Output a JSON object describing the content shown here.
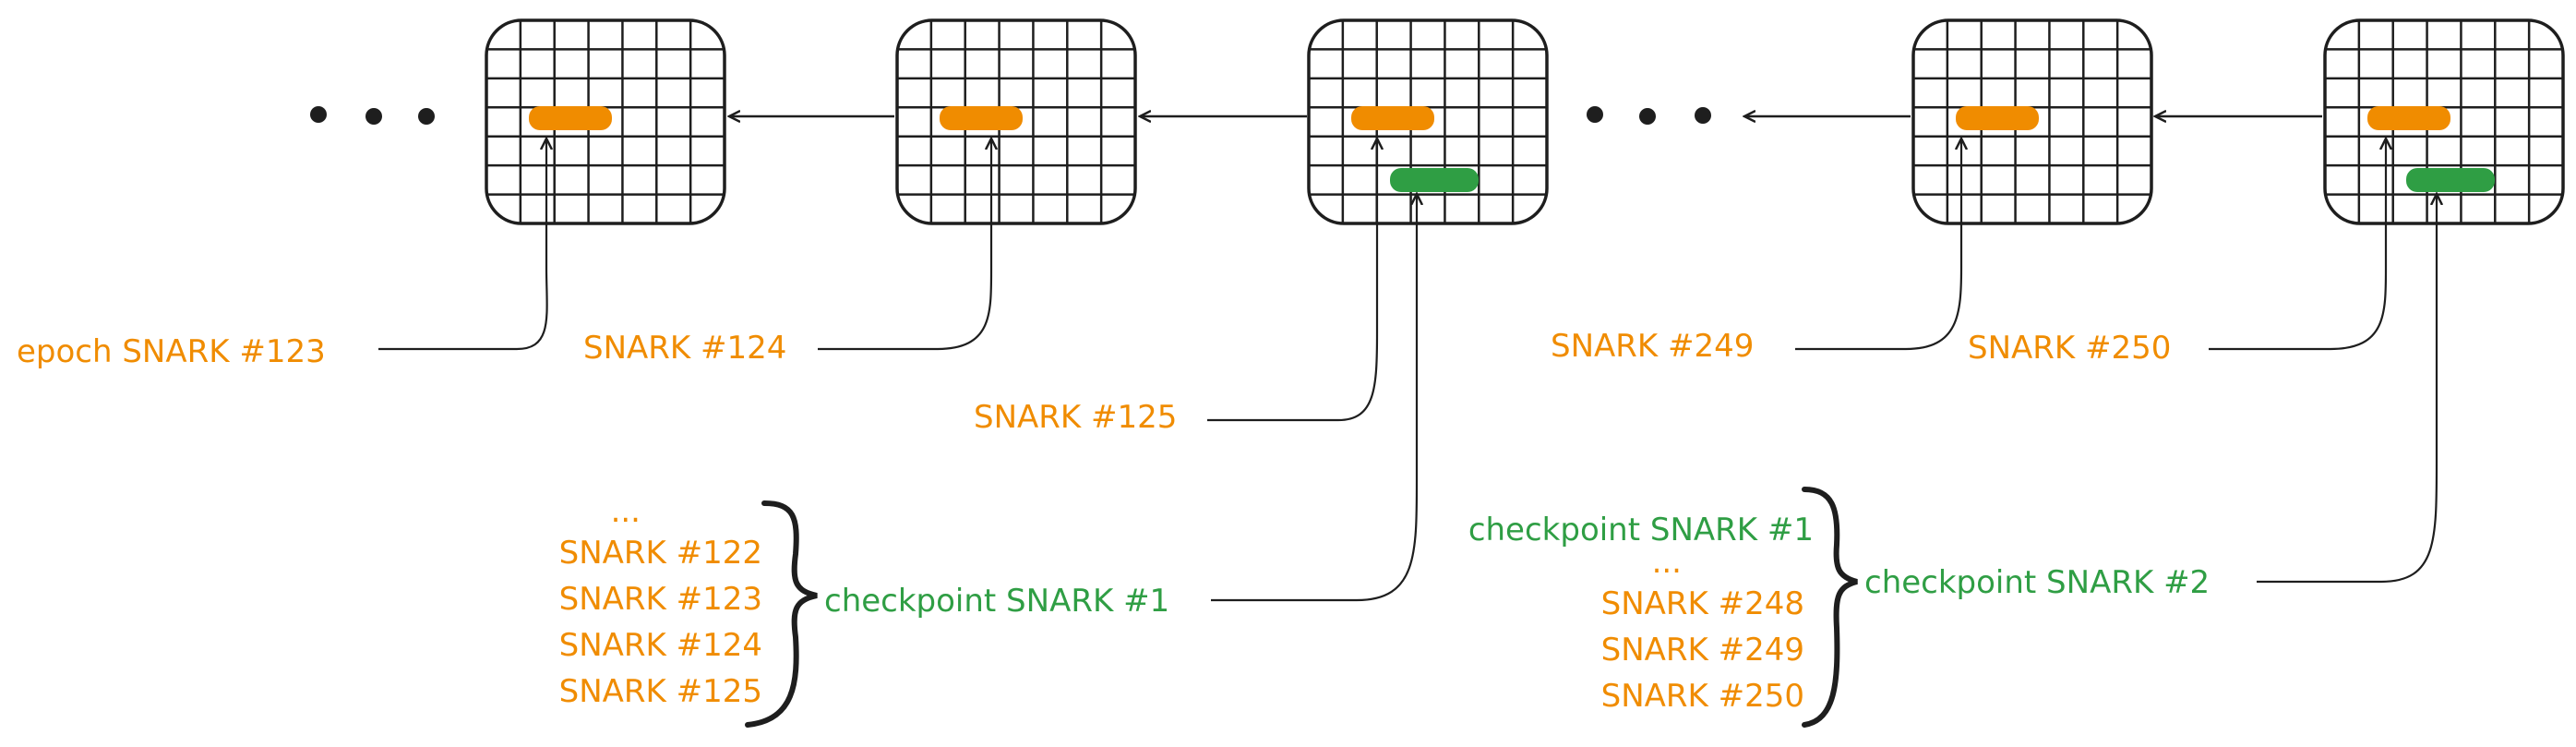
{
  "colors": {
    "orange": "#f08c00",
    "green": "#2f9e44",
    "ink": "#1e1e1e"
  },
  "ellipsis": "...",
  "blocks": [
    {
      "id": "b1",
      "checkpoint": false
    },
    {
      "id": "b2",
      "checkpoint": false
    },
    {
      "id": "b3",
      "checkpoint": true
    },
    {
      "id": "b4",
      "checkpoint": false
    },
    {
      "id": "b5",
      "checkpoint": true
    }
  ],
  "labels": {
    "epoch_123": "epoch SNARK #123",
    "snark_124": "SNARK #124",
    "snark_125": "SNARK #125",
    "snark_249": "SNARK #249",
    "snark_250": "SNARK #250"
  },
  "checkpoint_1": {
    "label": "checkpoint SNARK #1",
    "covers": [
      "...",
      "SNARK #122",
      "SNARK #123",
      "SNARK #124",
      "SNARK #125"
    ]
  },
  "checkpoint_2": {
    "label": "checkpoint SNARK #2",
    "covers": [
      "checkpoint SNARK #1",
      "...",
      "SNARK #248",
      "SNARK #249",
      "SNARK #250"
    ]
  }
}
